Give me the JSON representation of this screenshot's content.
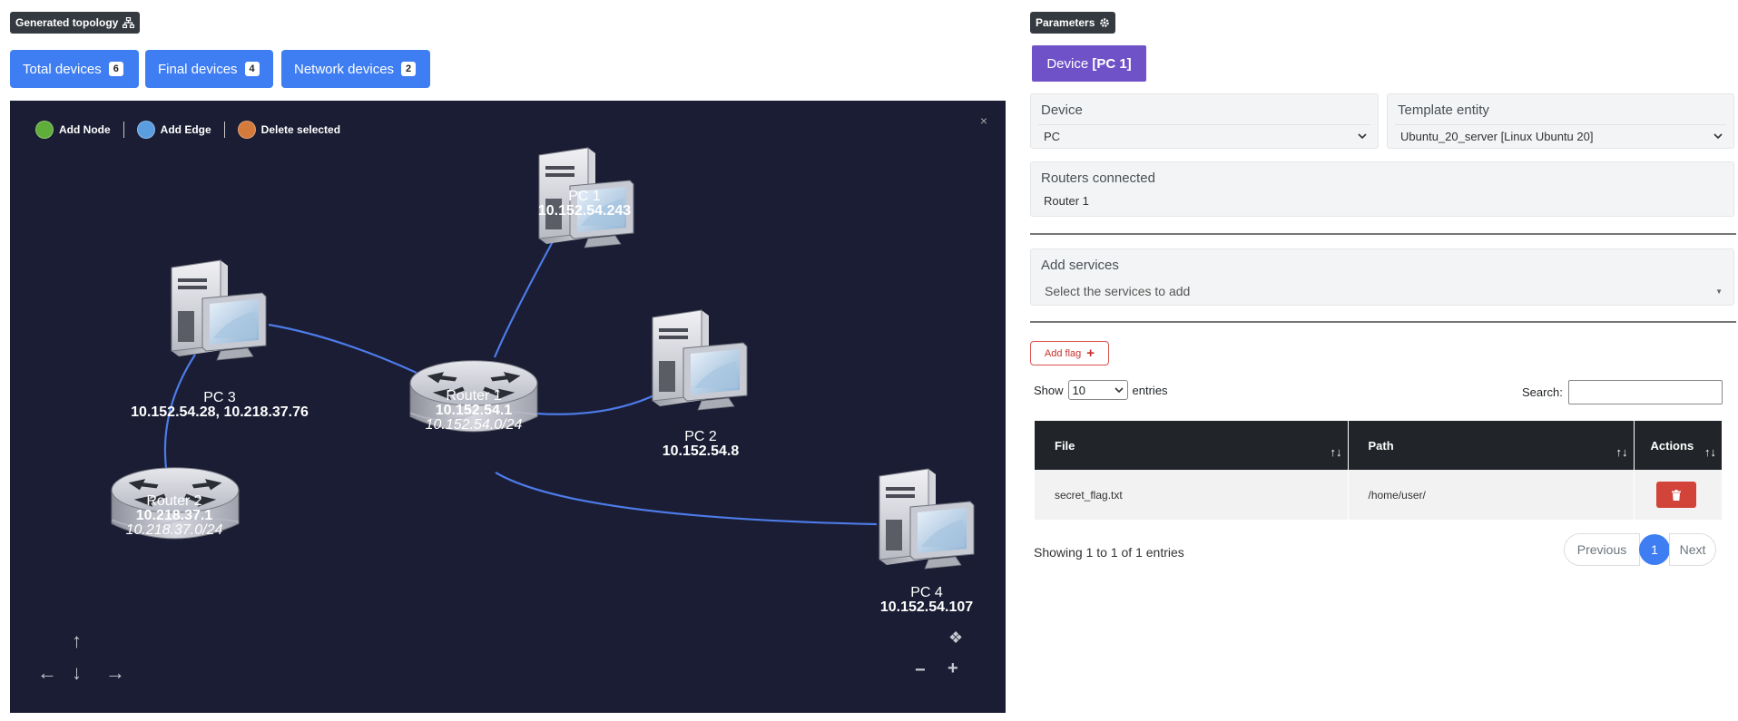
{
  "left_header": {
    "title": "Generated topology",
    "icon": "topology-icon"
  },
  "stats": [
    {
      "label": "Total devices",
      "count": "6"
    },
    {
      "label": "Final devices",
      "count": "4"
    },
    {
      "label": "Network devices",
      "count": "2"
    }
  ],
  "network_toolbar": {
    "add_node": "Add Node",
    "add_edge": "Add Edge",
    "delete_selected": "Delete selected",
    "close": "×",
    "colors": {
      "add_node": "#5fae3a",
      "add_edge": "#5a9ee0",
      "delete": "#d47a3a"
    }
  },
  "nodes": [
    {
      "id": "pc1",
      "type": "pc",
      "name": "PC 1",
      "ip": "10.152.54.243",
      "subnet": ""
    },
    {
      "id": "pc2",
      "type": "pc",
      "name": "PC 2",
      "ip": "10.152.54.8",
      "subnet": ""
    },
    {
      "id": "pc3",
      "type": "pc",
      "name": "PC 3",
      "ip": "10.152.54.28, 10.218.37.76",
      "subnet": ""
    },
    {
      "id": "pc4",
      "type": "pc",
      "name": "PC 4",
      "ip": "10.152.54.107",
      "subnet": ""
    },
    {
      "id": "r1",
      "type": "router",
      "name": "Router 1",
      "ip": "10.152.54.1",
      "subnet": "10.152.54.0/24"
    },
    {
      "id": "r2",
      "type": "router",
      "name": "Router 2",
      "ip": "10.218.37.1",
      "subnet": "10.218.37.0/24"
    }
  ],
  "edges": [
    [
      "r1",
      "pc1"
    ],
    [
      "r1",
      "pc2"
    ],
    [
      "r1",
      "pc3"
    ],
    [
      "r1",
      "pc4"
    ],
    [
      "r2",
      "pc3"
    ]
  ],
  "nav": {
    "up": "↑",
    "down": "↓",
    "left": "←",
    "right": "→",
    "fit": "❖",
    "zoom_out": "−",
    "zoom_in": "+"
  },
  "right_header": {
    "title": "Parameters",
    "icon": "gear-icon"
  },
  "device_tab": {
    "prefix": "Device ",
    "name": "[PC 1]"
  },
  "device_field": {
    "label": "Device",
    "value": "PC"
  },
  "template_field": {
    "label": "Template entity",
    "value": "Ubuntu_20_server [Linux Ubuntu 20]"
  },
  "routers_field": {
    "label": "Routers connected",
    "value": "Router 1"
  },
  "services_field": {
    "label": "Add services",
    "placeholder": "Select the services to add"
  },
  "add_flag": {
    "label": "Add flag",
    "icon": "plus-icon"
  },
  "table_controls": {
    "show": "Show",
    "entries_value": "10",
    "entries": "entries",
    "search": "Search:"
  },
  "table": {
    "columns": [
      "File",
      "Path",
      "Actions"
    ],
    "rows": [
      {
        "file": "secret_flag.txt",
        "path": "/home/user/"
      }
    ]
  },
  "showing": "Showing 1 to 1 of 1 entries",
  "pagination": {
    "previous": "Previous",
    "current": "1",
    "next": "Next"
  },
  "colors": {
    "accent": "#3f7ef2",
    "tab": "#6f52c8",
    "canvas": "#1a1d33",
    "edge": "#4d7be8",
    "danger": "#d2443a"
  }
}
